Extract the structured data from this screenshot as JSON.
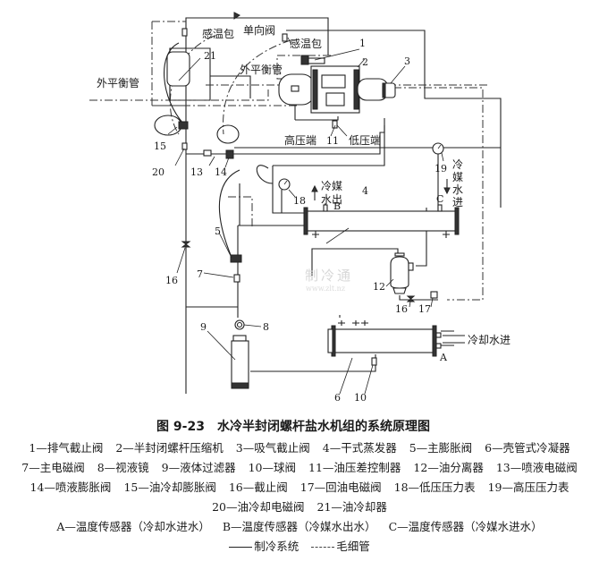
{
  "figure": {
    "number": "图 9-23",
    "title": "水冷半封闭螺杆盐水机组的系统原理图"
  },
  "diagram_labels": {
    "sensing_bulb_left": "感温包",
    "sensing_bulb_right": "感温包",
    "check_valve": "单向阀",
    "external_equalizer_left": "外平衡管",
    "external_equalizer_right": "外平衡管",
    "high_pressure_end": "高压端",
    "low_pressure_end": "低压端",
    "brine_out_line1": "冷媒",
    "brine_out_line2": "水出",
    "brine_in_chars": [
      "冷",
      "媒",
      "水",
      "进"
    ],
    "cooling_water_in": "冷却水进",
    "sensor_a": "A",
    "sensor_b": "B",
    "sensor_c": "C",
    "watermark": "制冷通",
    "watermark_url": "www.zlt.nz"
  },
  "part_numbers": {
    "p1": "1",
    "p2": "2",
    "p3": "3",
    "p4": "4",
    "p5": "5",
    "p6": "6",
    "p7": "7",
    "p8": "8",
    "p9": "9",
    "p10": "10",
    "p11": "11",
    "p12": "12",
    "p13": "13",
    "p14": "14",
    "p15": "15",
    "p16a": "16",
    "p16b": "16",
    "p17": "17",
    "p18": "18",
    "p19": "19",
    "p20": "20",
    "p21": "21"
  },
  "legend_rows": [
    [
      "1—排气截止阀",
      "2—半封闭螺杆压缩机",
      "3—吸气截止阀",
      "4—干式蒸发器",
      "5—主膨胀阀",
      "6—壳管式冷凝器"
    ],
    [
      "7—主电磁阀",
      "8—视液镜",
      "9—液体过滤器",
      "10—球阀",
      "11—油压差控制器",
      "12—油分离器",
      "13—喷液电磁阀"
    ],
    [
      "14—喷液膨胀阀",
      "15—油冷却膨胀阀",
      "16—截止阀",
      "17—回油电磁阀",
      "18—低压压力表",
      "19—高压压力表"
    ],
    [
      "20—油冷却电磁阀",
      "21—油冷却器"
    ],
    [
      "A—温度传感器（冷却水进水）",
      "B—温度传感器（冷媒水出水）",
      "C—温度传感器（冷媒水进水）"
    ]
  ],
  "line_legend": {
    "solid": "制冷系统",
    "dashed": "毛细管"
  }
}
